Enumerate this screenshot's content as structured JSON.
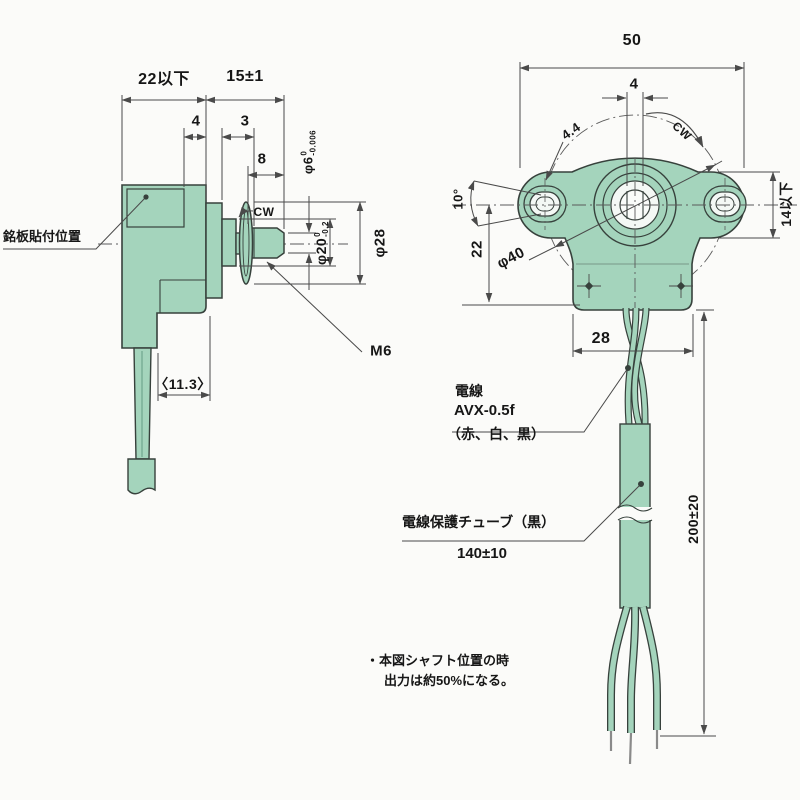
{
  "side_view": {
    "dim_width_max": "22以下",
    "dim_shaft_len": "15±1",
    "dim_4": "4",
    "dim_3": "3",
    "dim_8": "8",
    "phi6": {
      "main": "φ6",
      "upper": "0",
      "lower": "-0.006"
    },
    "phi20": {
      "main": "φ20",
      "upper": "0",
      "lower": "-0.2"
    },
    "phi28": "φ28",
    "cw": "CW",
    "m6": "M6",
    "nameplate": "銘板貼付位置",
    "dim_11_3": "〈11.3〉"
  },
  "front_view": {
    "dim_50": "50",
    "dim_4": "4",
    "dim_4_4": "4.4",
    "cw": "CW",
    "dim_10deg": "10°",
    "dim_22": "22",
    "phi40": "φ40",
    "dim_14_max": "14以下",
    "dim_28": "28",
    "dim_200": "200±20"
  },
  "cable": {
    "wire_label": "電線",
    "wire_type": "AVX-0.5f",
    "wire_colors": "（赤、白、黒）",
    "tube_label": "電線保護チューブ（黒）",
    "tube_length": "140±10"
  },
  "note": {
    "line1": "・本図シャフト位置の時",
    "line2": "出力は約50%になる。"
  },
  "colors": {
    "body_fill": "#a4d4bc",
    "hole_fill": "#f4f8f5",
    "part_line": "#37413c",
    "dim_line": "#4a4a4a",
    "background": "#fbfbf9"
  }
}
